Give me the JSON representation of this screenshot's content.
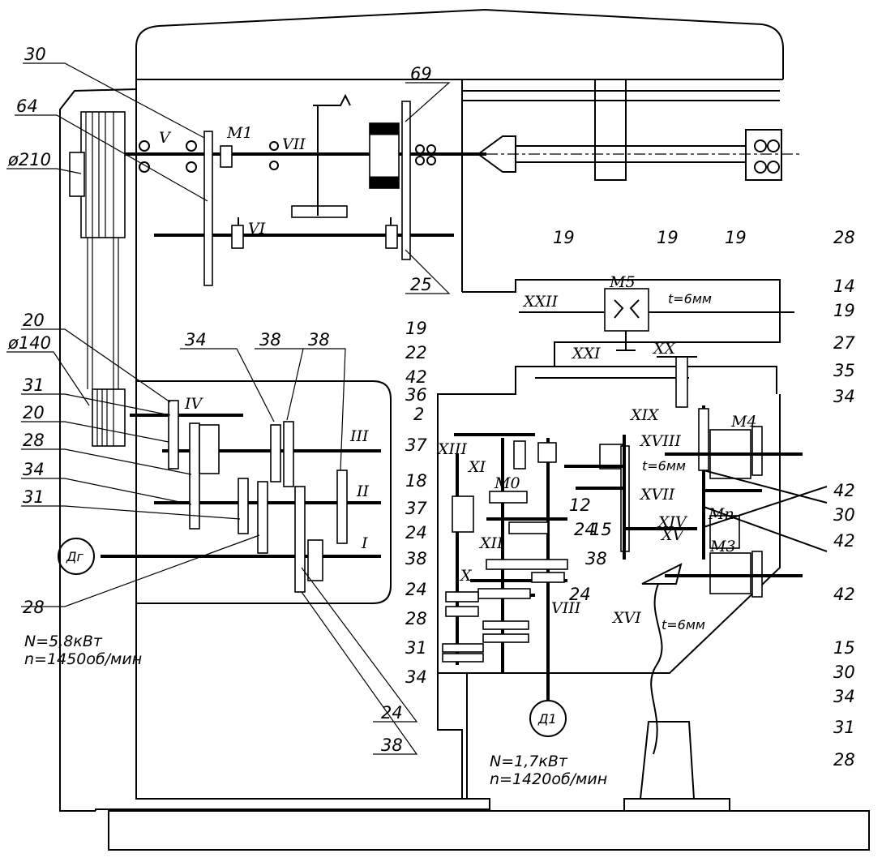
{
  "motors": [
    {
      "label": "Дг",
      "power": "N=5,8кВт",
      "speed": "n=1450об/мин"
    },
    {
      "label": "Д1",
      "power": "N=1,7кВт",
      "speed": "n=1420об/мин"
    }
  ],
  "pulleys": [
    "ø210",
    "ø140"
  ],
  "couplings": [
    "M1",
    "M0",
    "M5",
    "M4",
    "Mп",
    "M3"
  ],
  "shafts": [
    "I",
    "II",
    "III",
    "IV",
    "V",
    "VI",
    "VII",
    "VIII",
    "X",
    "XI",
    "XII",
    "XIII",
    "XIV",
    "XV",
    "XVI",
    "XVII",
    "XVIII",
    "XIX",
    "XX",
    "XXI",
    "XXII"
  ],
  "pitch_labels": [
    "t=6мм",
    "t=6мм",
    "t=6мм"
  ],
  "gear_labels_left": [
    "30",
    "64",
    "ø210",
    "20",
    "ø140",
    "31",
    "20",
    "28",
    "34",
    "31",
    "28"
  ],
  "gear_labels_main": [
    "69",
    "25",
    "34",
    "38",
    "38",
    "24",
    "38"
  ],
  "gear_labels_feed": [
    "19",
    "22",
    "42",
    "36",
    "2",
    "37",
    "18",
    "37",
    "24",
    "38",
    "24",
    "28",
    "31",
    "34",
    "12",
    "24",
    "15",
    "38",
    "24",
    "34",
    "31",
    "28"
  ],
  "gear_labels_right": [
    "19",
    "19",
    "19",
    "28",
    "14",
    "19",
    "27",
    "35",
    "34",
    "42",
    "30",
    "42",
    "42",
    "15",
    "30"
  ]
}
